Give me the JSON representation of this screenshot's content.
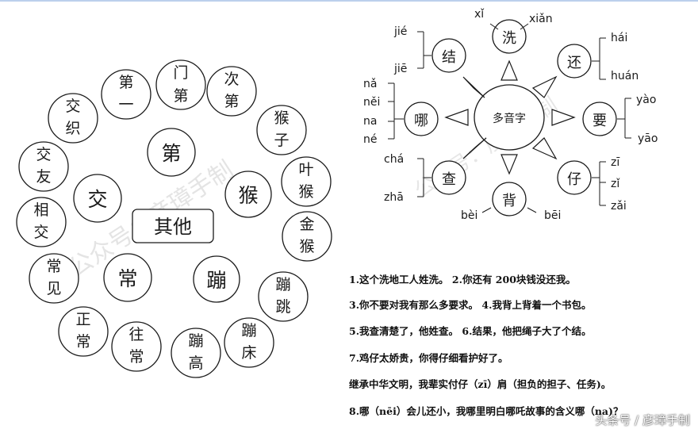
{
  "left_diagram": {
    "center_label": "其他",
    "hubs": [
      {
        "char": "第",
        "words": [
          [
            "第",
            "一"
          ],
          [
            "门",
            "第"
          ],
          [
            "次",
            "第"
          ]
        ]
      },
      {
        "char": "猴",
        "words": [
          [
            "猴",
            "子"
          ],
          [
            "叶",
            "猴"
          ],
          [
            "金",
            "猴"
          ]
        ]
      },
      {
        "char": "蹦",
        "words": [
          [
            "蹦",
            "跳"
          ],
          [
            "蹦",
            "床"
          ],
          [
            "蹦",
            "高"
          ]
        ]
      },
      {
        "char": "常",
        "words": [
          [
            "往",
            "常"
          ],
          [
            "正",
            "常"
          ],
          [
            "常",
            "见"
          ]
        ]
      },
      {
        "char": "交",
        "words": [
          [
            "相",
            "交"
          ],
          [
            "交",
            "友"
          ],
          [
            "交",
            "织"
          ]
        ]
      }
    ]
  },
  "right_diagram": {
    "center_label": "多音字",
    "characters": [
      {
        "char": "洗",
        "readings": [
          "xǐ",
          "xiǎn"
        ]
      },
      {
        "char": "还",
        "readings": [
          "hái",
          "huán"
        ]
      },
      {
        "char": "要",
        "readings": [
          "yào",
          "yāo"
        ]
      },
      {
        "char": "仔",
        "readings": [
          "zī",
          "zǐ",
          "zǎi"
        ]
      },
      {
        "char": "背",
        "readings": [
          "bèi",
          "bēi"
        ]
      },
      {
        "char": "查",
        "readings": [
          "chá",
          "zhā"
        ]
      },
      {
        "char": "哪",
        "readings": [
          "nǎ",
          "něi",
          "na",
          "né"
        ]
      },
      {
        "char": "结",
        "readings": [
          "jié",
          "jiē"
        ]
      }
    ]
  },
  "sentences": [
    "1.这个洗地工人姓洗。   2.你还有 200块钱没还我。",
    "3.你不要对我有那么多要求。 4.我背上背着一个书包。",
    "5.我查清楚了，他姓查。   6.结果，他把绳子大了个结。",
    "7.鸡仔太娇贵，你得仔细看护好了。",
    "  继承中华文明，我辈实付仔（zī）肩（担负的担子、任务)。",
    "8.哪（nēi）会儿还小，我哪里明白哪吒故事的含义哪（na)？"
  ],
  "watermarks": {
    "diagonal": "公众号：彦璋手制",
    "footer": "头条号 / 彦璋手制"
  },
  "colors": {
    "stroke": "#1a1a1a",
    "background": "#ffffff",
    "border": "#bcd0ec"
  }
}
